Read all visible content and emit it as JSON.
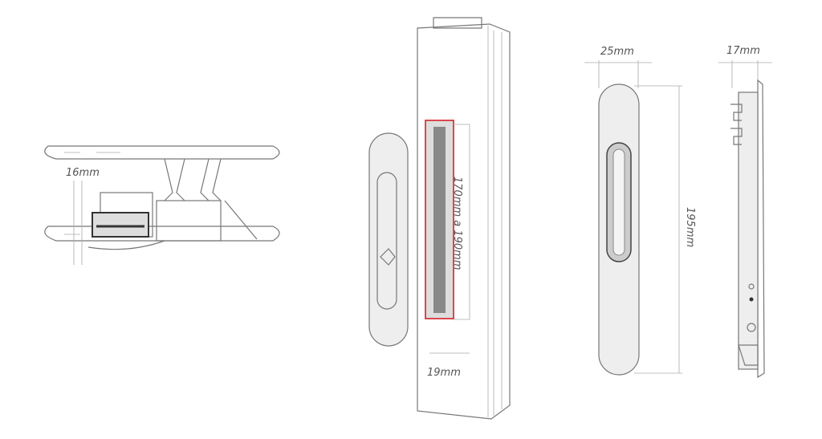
{
  "dimensions": {
    "section_width": "16mm",
    "cutout_length": "170mm a 190mm",
    "cutout_width": "19mm",
    "handle_width": "25mm",
    "handle_length": "195mm",
    "handle_depth": "17mm"
  },
  "colors": {
    "cutout_outline": "#d9363e",
    "line": "#777777"
  }
}
